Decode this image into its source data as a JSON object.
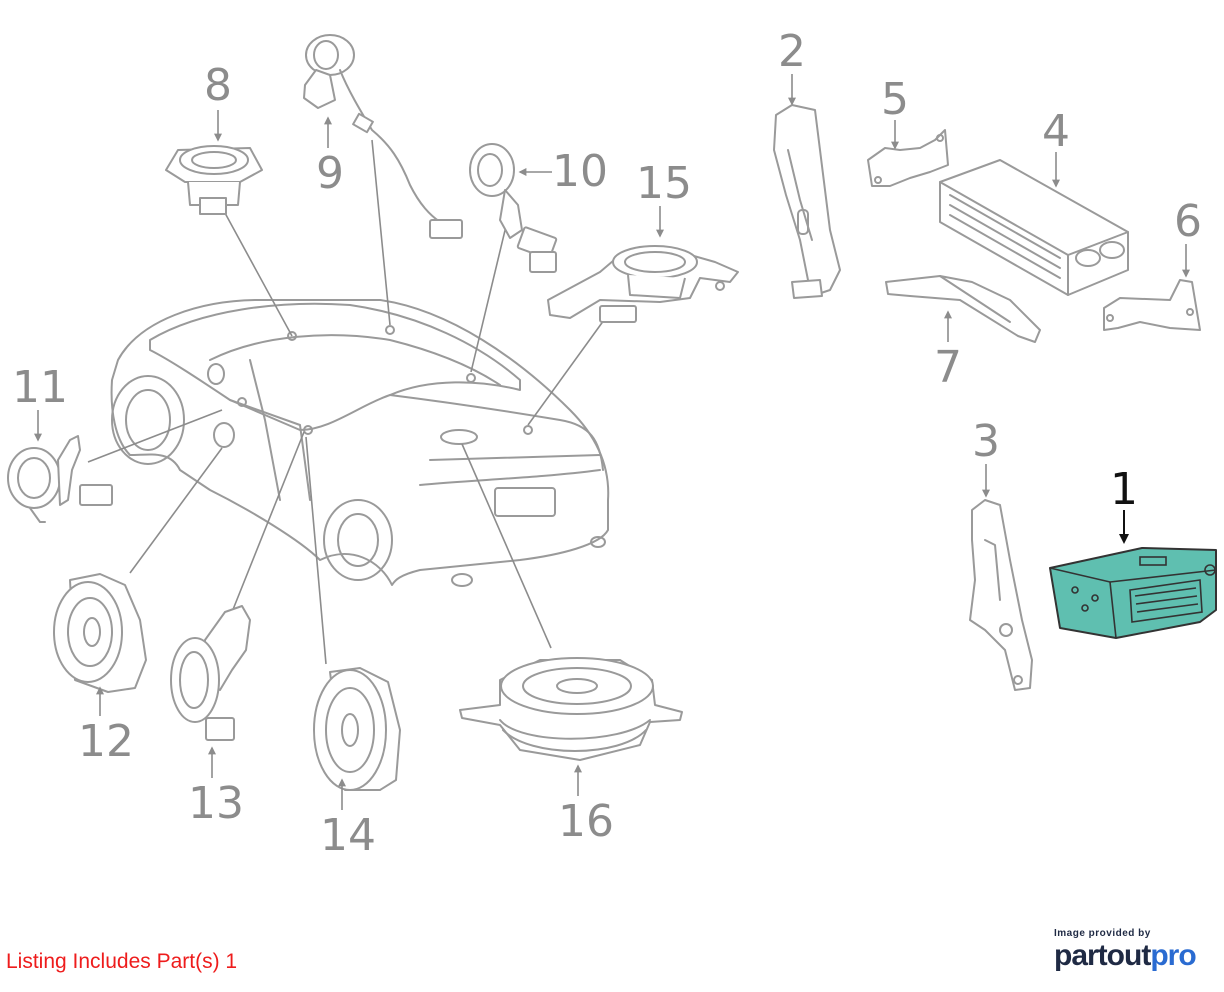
{
  "diagram": {
    "callouts": [
      {
        "id": "1",
        "label": "1",
        "highlighted": true
      },
      {
        "id": "2",
        "label": "2"
      },
      {
        "id": "3",
        "label": "3"
      },
      {
        "id": "4",
        "label": "4"
      },
      {
        "id": "5",
        "label": "5"
      },
      {
        "id": "6",
        "label": "6"
      },
      {
        "id": "7",
        "label": "7"
      },
      {
        "id": "8",
        "label": "8"
      },
      {
        "id": "9",
        "label": "9"
      },
      {
        "id": "10",
        "label": "10"
      },
      {
        "id": "11",
        "label": "11"
      },
      {
        "id": "12",
        "label": "12"
      },
      {
        "id": "13",
        "label": "13"
      },
      {
        "id": "14",
        "label": "14"
      },
      {
        "id": "15",
        "label": "15"
      },
      {
        "id": "16",
        "label": "16"
      }
    ],
    "colors": {
      "highlight": "#5fbfb0",
      "line_art": "#9a9a9a",
      "listing_text": "#ee1c1c",
      "brand": "#1f2a44"
    }
  },
  "listing": {
    "text": "Listing Includes Part(s) 1"
  },
  "credit": {
    "small": "Image provided by",
    "brand_main": "partout",
    "brand_accent": "pro"
  }
}
